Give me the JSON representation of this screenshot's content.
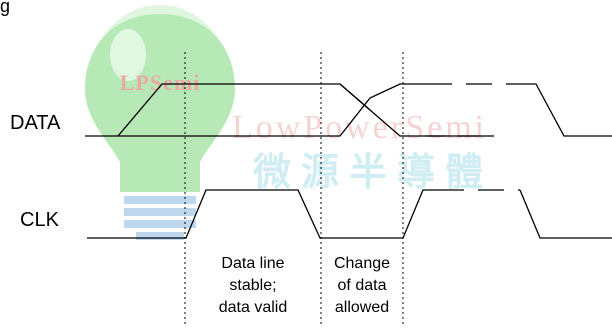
{
  "diagram": {
    "title_partial": "g",
    "signals": [
      {
        "id": "data",
        "label": "DATA"
      },
      {
        "id": "clk",
        "label": "CLK"
      }
    ],
    "annotations": {
      "stable_lines": [
        "Data line",
        "stable;",
        "data valid"
      ],
      "change_lines": [
        "Change",
        "of data",
        "allowed"
      ]
    },
    "watermark": {
      "logo_text": "LPSemi",
      "brand_text": "LowPowerSemi",
      "cjk_text": "微源半導體",
      "colors": {
        "bulb": "#6ed36e",
        "bulb_dark": "#3fa33f",
        "logo_text": "#e07070",
        "brand_text": "#e8a0a0",
        "cjk_text": "#a8dde8"
      }
    },
    "colors": {
      "waveform": "#000000",
      "guide": "#000000",
      "text": "#000000"
    }
  }
}
